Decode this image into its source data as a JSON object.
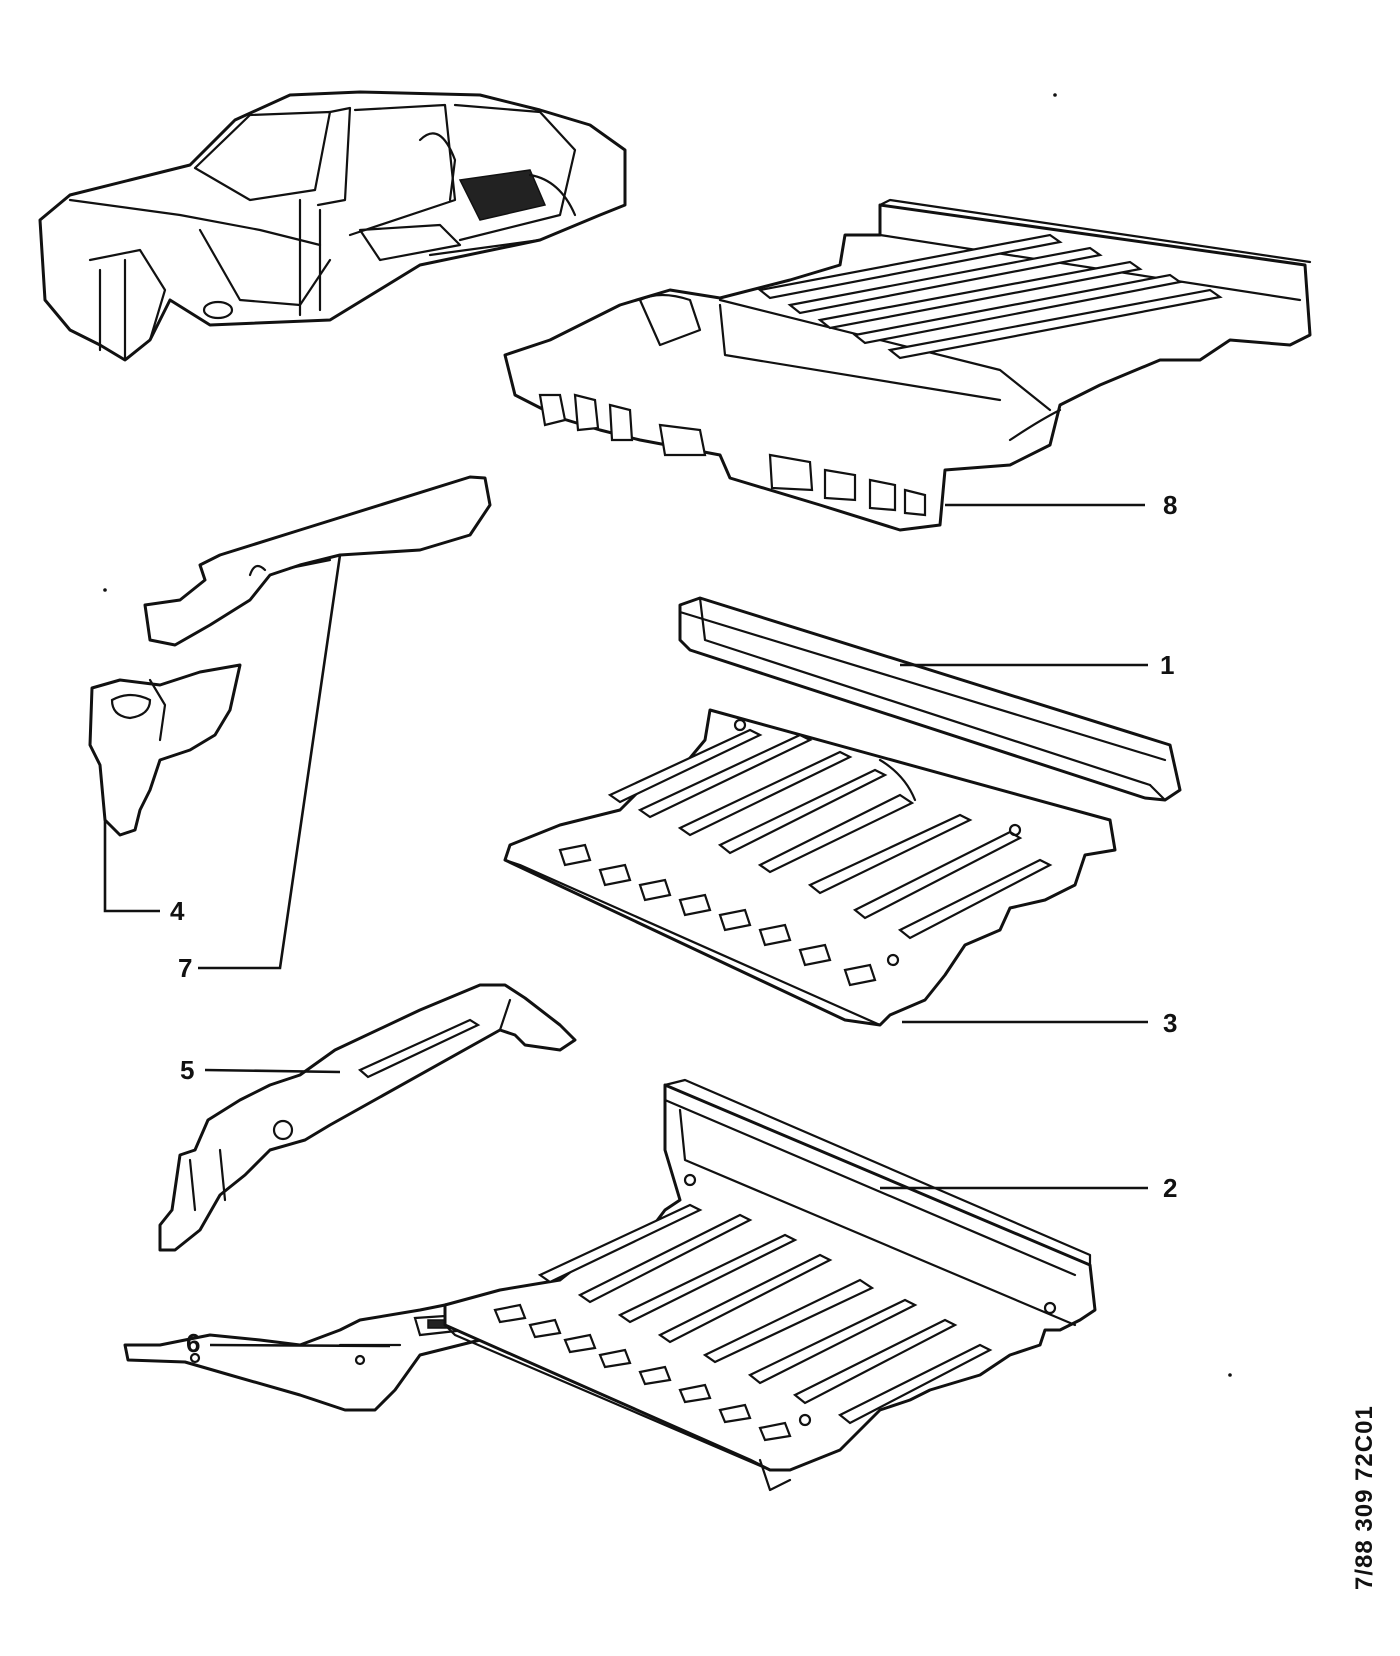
{
  "callouts": {
    "c1": "1",
    "c2": "2",
    "c3": "3",
    "c4": "4",
    "c5": "5",
    "c6": "6",
    "c7": "7",
    "c8": "8"
  },
  "reference_code": "7/88  309  72C01"
}
